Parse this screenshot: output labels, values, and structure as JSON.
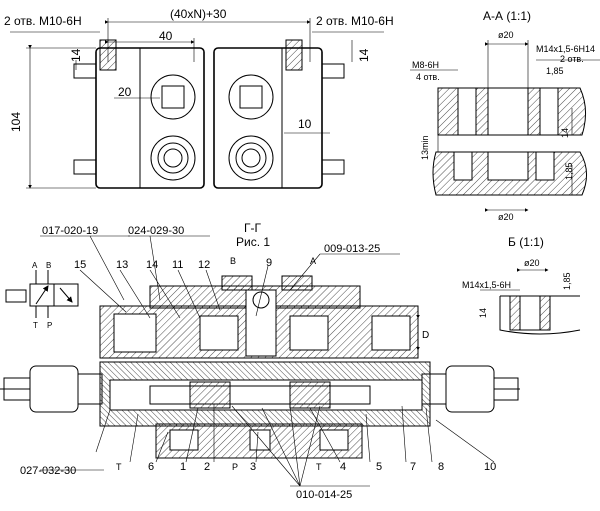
{
  "top_view": {
    "left_hole_note": "2 отв. M10-6H",
    "right_hole_note": "2 отв. M10-6H",
    "dim_pitch": "(40xN)+30",
    "dim_40": "40",
    "dim_14_left": "14",
    "dim_14_right": "14",
    "dim_104": "104",
    "dim_20": "20",
    "dim_10": "10"
  },
  "section_aa": {
    "title": "А-А (1:1)",
    "dim_d20_top": "ø20",
    "thread_note_1": "M14x1,5-6H14",
    "thread_note_2": "2 отв.",
    "side_thread_note": "M8-6H",
    "side_hole_count": "4 отв.",
    "dim_185_top": "1,85",
    "dim_14": "14",
    "dim_13min": "13min",
    "dim_185_bottom": "1,85",
    "dim_d20_bottom": "ø20"
  },
  "section_b": {
    "title": "Б (1:1)",
    "dim_d20": "ø20",
    "thread_note": "M14x1,5-6H",
    "dim_185": "1,85",
    "dim_14": "14"
  },
  "section_gg": {
    "title": "Г-Г",
    "figure": "Рис. 1",
    "port_b": "В",
    "port_a": "А",
    "dim_d": "D",
    "callout_017": "017-020-19",
    "callout_024": "024-029-30",
    "callout_009": "009-013-25",
    "callout_027": "027-032-30",
    "callout_010": "010-014-25",
    "pos_15": "15",
    "pos_13": "13",
    "pos_14": "14",
    "pos_11": "11",
    "pos_12": "12",
    "pos_9": "9",
    "pos_t_left": "Т",
    "pos_6": "6",
    "pos_1": "1",
    "pos_2": "2",
    "pos_p": "Р",
    "pos_3": "3",
    "pos_t_right": "Т",
    "pos_4": "4",
    "pos_5": "5",
    "pos_7": "7",
    "pos_8": "8",
    "pos_10": "10"
  },
  "schematic": {
    "port_a": "А",
    "port_b": "В",
    "port_t": "Т",
    "port_p": "Р"
  }
}
